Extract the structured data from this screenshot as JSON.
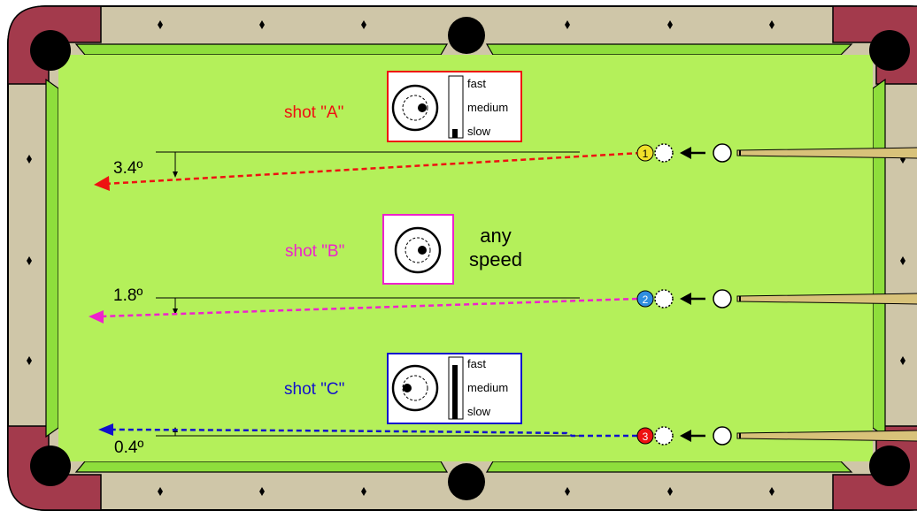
{
  "colors": {
    "rail_wood": "#a33a4c",
    "rail_cushion_band": "#cfc6a8",
    "cloth": "#b4f05a",
    "cushion": "#8ede3c",
    "pocket": "#000000",
    "shot_a": "#ee1111",
    "shot_b": "#ee22cc",
    "shot_c": "#1111cc",
    "ball_1": "#f0e02a",
    "ball_2": "#2f8ee0",
    "ball_3": "#ee1111",
    "cue": "#d8c27a"
  },
  "shots": [
    {
      "label": "shot \"A\"",
      "angle": "3.4º",
      "ball_number": "1",
      "speed_labels": [
        "fast",
        "medium",
        "slow"
      ],
      "speed_level": 0.15,
      "cue_tip": "center-right"
    },
    {
      "label": "shot \"B\"",
      "angle": "1.8º",
      "ball_number": "2",
      "speed_text_line1": "any",
      "speed_text_line2": "speed",
      "cue_tip": "center-right-slight"
    },
    {
      "label": "shot \"C\"",
      "angle": "0.4º",
      "ball_number": "3",
      "speed_labels": [
        "fast",
        "medium",
        "slow"
      ],
      "speed_level": 0.95,
      "cue_tip": "center-left"
    }
  ]
}
